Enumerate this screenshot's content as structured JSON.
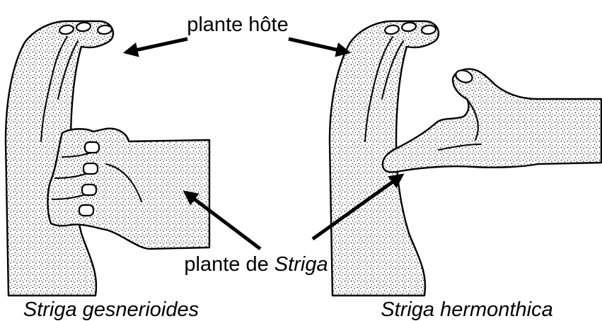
{
  "labels": {
    "host": "plante hôte",
    "parasite_prefix": "plante de ",
    "parasite_genus": "Striga"
  },
  "captions": {
    "left": "Striga gesnerioides",
    "right": "Striga hermonthica"
  },
  "colors": {
    "ink": "#000000",
    "paper": "#ffffff"
  }
}
